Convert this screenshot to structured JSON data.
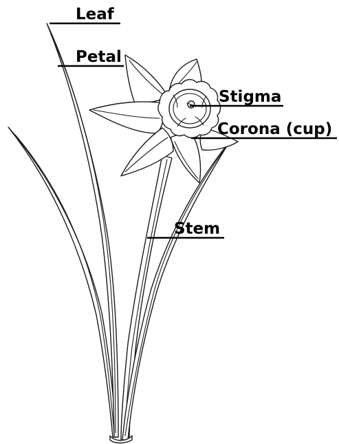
{
  "labels": {
    "leaf": "Leaf",
    "petal": "Petal",
    "stigma": "Stigma",
    "corona": "Corona (cup)",
    "stem": "Stem"
  }
}
